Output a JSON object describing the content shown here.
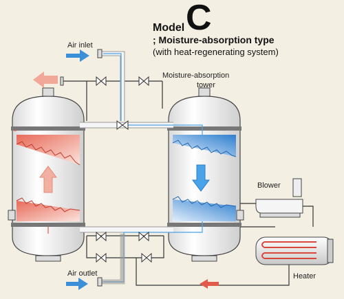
{
  "header": {
    "model_word": "Model",
    "model_letter": "C",
    "title_line1": "; Moisture-absorption type",
    "title_line2": "(with heat-regenerating system)"
  },
  "labels": {
    "air_inlet": "Air inlet",
    "tower_line1": "Moisture-absorption",
    "tower_line2": "tower",
    "blower": "Blower",
    "air_outlet": "Air outlet",
    "heater": "Heater"
  },
  "colors": {
    "background": "#f4efe3",
    "wet_air": "#3a8fd8",
    "regen_air": "#e25a4a",
    "pipe_light": "#f2f2f2",
    "outline": "#333333"
  }
}
